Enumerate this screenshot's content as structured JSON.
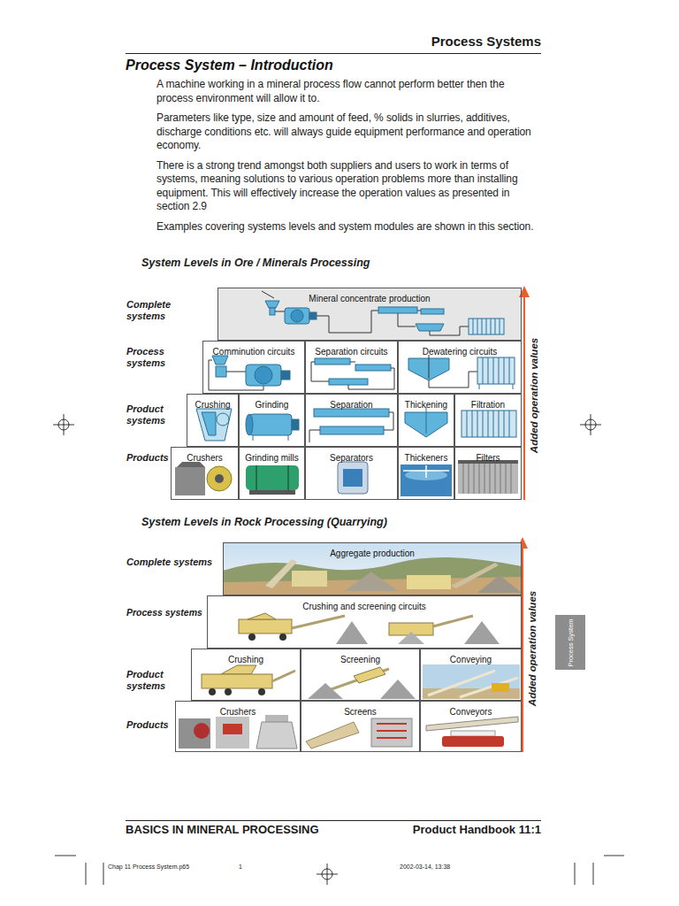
{
  "diagram": {
    "title": "Process System – Introduction",
    "nodes": [
      {
        "text": [
          "Mineral concentrate production"
        ]
      },
      {
        "text": [
          "Comminution circuits"
        ]
      },
      {
        "text": [
          "Separation circuits"
        ]
      },
      {
        "text": [
          "Dewatering circuits"
        ]
      },
      {
        "text": [
          "Crushing"
        ]
      },
      {
        "text": [
          "Grinding"
        ]
      },
      {
        "text": [
          "Separation"
        ]
      },
      {
        "text": [
          "Thickening"
        ]
      },
      {
        "text": [
          "Filtration"
        ]
      },
      {
        "text": [
          "Crushers"
        ]
      },
      {
        "text": [
          "Grinding mills"
        ]
      },
      {
        "text": [
          "Separators"
        ]
      },
      {
        "text": [
          "Thickeners"
        ]
      },
      {
        "text": [
          "Filters"
        ]
      },
      {
        "text": [
          "Aggregate production"
        ]
      },
      {
        "text": [
          "Crushing and screening circuits"
        ]
      },
      {
        "text": [
          "Crushing"
        ]
      },
      {
        "text": [
          "Screening"
        ]
      },
      {
        "text": [
          "Conveying"
        ]
      },
      {
        "text": [
          "Crushers"
        ]
      },
      {
        "text": [
          "Screens"
        ]
      },
      {
        "text": [
          "Conveyors"
        ]
      },
      {
        "text": [
          "Process System"
        ]
      }
    ],
    "labels": [
      "Process Systems",
      "A machine working in a mineral process flow cannot perform better then the process environment will allow it to.",
      "Parameters like type, size and amount of feed, % solids in slurries, additives, discharge conditions etc. will always guide equipment performance and operation economy.",
      "There is a strong trend amongst both suppliers and users to work in terms of systems, meaning solutions to various operation problems more than installing equipment. This will effectively increase the operation values as presented in section 2.9",
      "Examples covering systems levels and system modules are shown in this section.",
      "System Levels in Ore / Minerals Processing",
      "Complete systems",
      "Process systems",
      "Product systems",
      "Products",
      "Added operation values",
      "System Levels in Rock Processing (Quarrying)",
      "Complete systems",
      "Process systems",
      "Product systems",
      "Products",
      "Added operation values",
      "BASICS IN MINERAL PROCESSING",
      "Product Handbook 11:1",
      "Chap 11 Process System.p65",
      "1",
      "2002-03-14, 13:38"
    ]
  }
}
